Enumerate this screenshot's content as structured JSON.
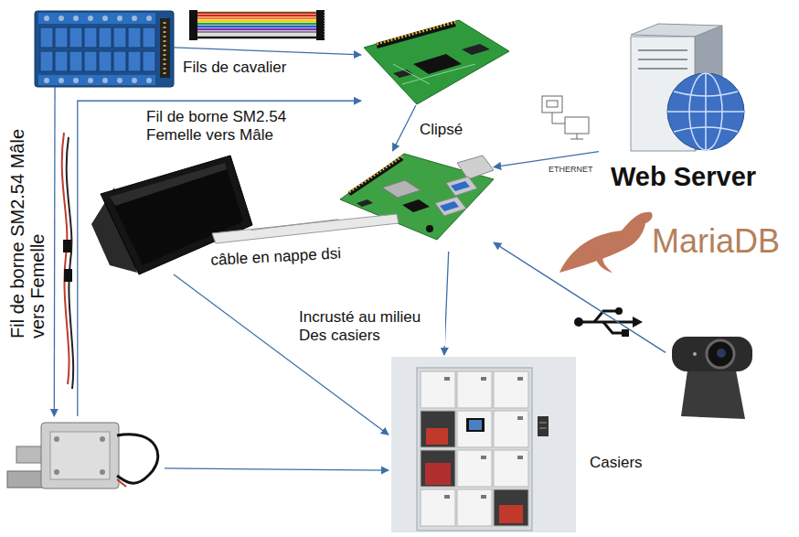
{
  "diagram": {
    "nodes": [
      {
        "text": []
      },
      {
        "text": []
      },
      {
        "text": [
          "Web Server",
          "MariaDB"
        ]
      },
      {
        "text": []
      },
      {
        "text": []
      },
      {
        "text": []
      },
      {
        "text": []
      },
      {
        "text": [
          "Casiers"
        ]
      }
    ],
    "edges": [
      {
        "from": 0,
        "to": 1,
        "arrow": "to",
        "label": "Fils de cavalier"
      },
      {
        "from": 1,
        "to": 3,
        "arrow": "to",
        "label": "Clipsé"
      },
      {
        "from": 2,
        "to": 3,
        "arrow": "to"
      },
      {
        "from": 4,
        "to": 3,
        "arrow": "none",
        "label": "câble en nappe dsi"
      },
      {
        "from": 3,
        "to": 7,
        "arrow": "to",
        "label": "Incrusté au milieu Des casiers"
      },
      {
        "from": 5,
        "to": 3,
        "arrow": "to"
      },
      {
        "from": 0,
        "to": 6,
        "arrow": "to",
        "label": "Fil de borne SM2.54 Mâle vers Femelle"
      },
      {
        "from": 6,
        "to": 1,
        "arrow": "to",
        "label": "Fil de borne SM2.54 Femelle vers Mâle"
      },
      {
        "from": 4,
        "to": 7,
        "arrow": "to"
      },
      {
        "from": 6,
        "to": 7,
        "arrow": "to"
      }
    ],
    "labels": [
      "ETHERNET"
    ]
  }
}
